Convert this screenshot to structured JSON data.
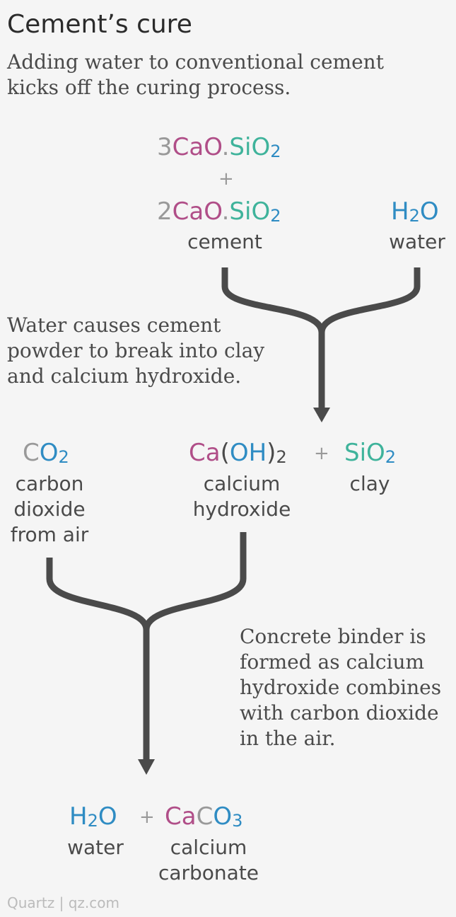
{
  "title": "Cement’s cure",
  "subtitle": "Adding water to conventional cement kicks off the curing process.",
  "colors": {
    "grey": "#999999",
    "magenta": "#b04e88",
    "blue": "#2f8cc3",
    "teal": "#3fb39b",
    "arrow": "#4a4a4a"
  },
  "reactants": {
    "formula1": {
      "coef": "3",
      "ca": "CaO",
      "dot": ".",
      "si": "SiO",
      "sub": "2"
    },
    "plus": "+",
    "formula2": {
      "coef": "2",
      "ca": "CaO",
      "dot": ".",
      "si": "SiO",
      "sub": "2"
    },
    "cement_label": "cement",
    "water_formula": {
      "h": "H",
      "sub": "2",
      "o": "O"
    },
    "water_label": "water"
  },
  "note1": "Water causes cement powder to break into clay and calcium hydroxide.",
  "intermediates": {
    "co2": {
      "c": "C",
      "o": "O",
      "sub": "2"
    },
    "co2_label_1": "carbon",
    "co2_label_2": "dioxide",
    "co2_label_3": "from air",
    "caoh2": {
      "ca": "Ca",
      "open": "(",
      "oh": "OH",
      "close": ")",
      "sub": "2"
    },
    "caoh2_label_1": "calcium",
    "caoh2_label_2": "hydroxide",
    "plus": "+",
    "sio2": {
      "si": "SiO",
      "sub": "2"
    },
    "sio2_label": "clay"
  },
  "note2": "Concrete binder is formed as calcium hydroxide combines with carbon dioxide in the air.",
  "products": {
    "water_formula": {
      "h": "H",
      "sub": "2",
      "o": "O"
    },
    "water_label": "water",
    "plus": "+",
    "caco3": {
      "ca": "Ca",
      "c": "C",
      "o": "O",
      "sub": "3"
    },
    "caco3_label_1": "calcium",
    "caco3_label_2": "carbonate"
  },
  "footer": "Quartz | qz.com"
}
